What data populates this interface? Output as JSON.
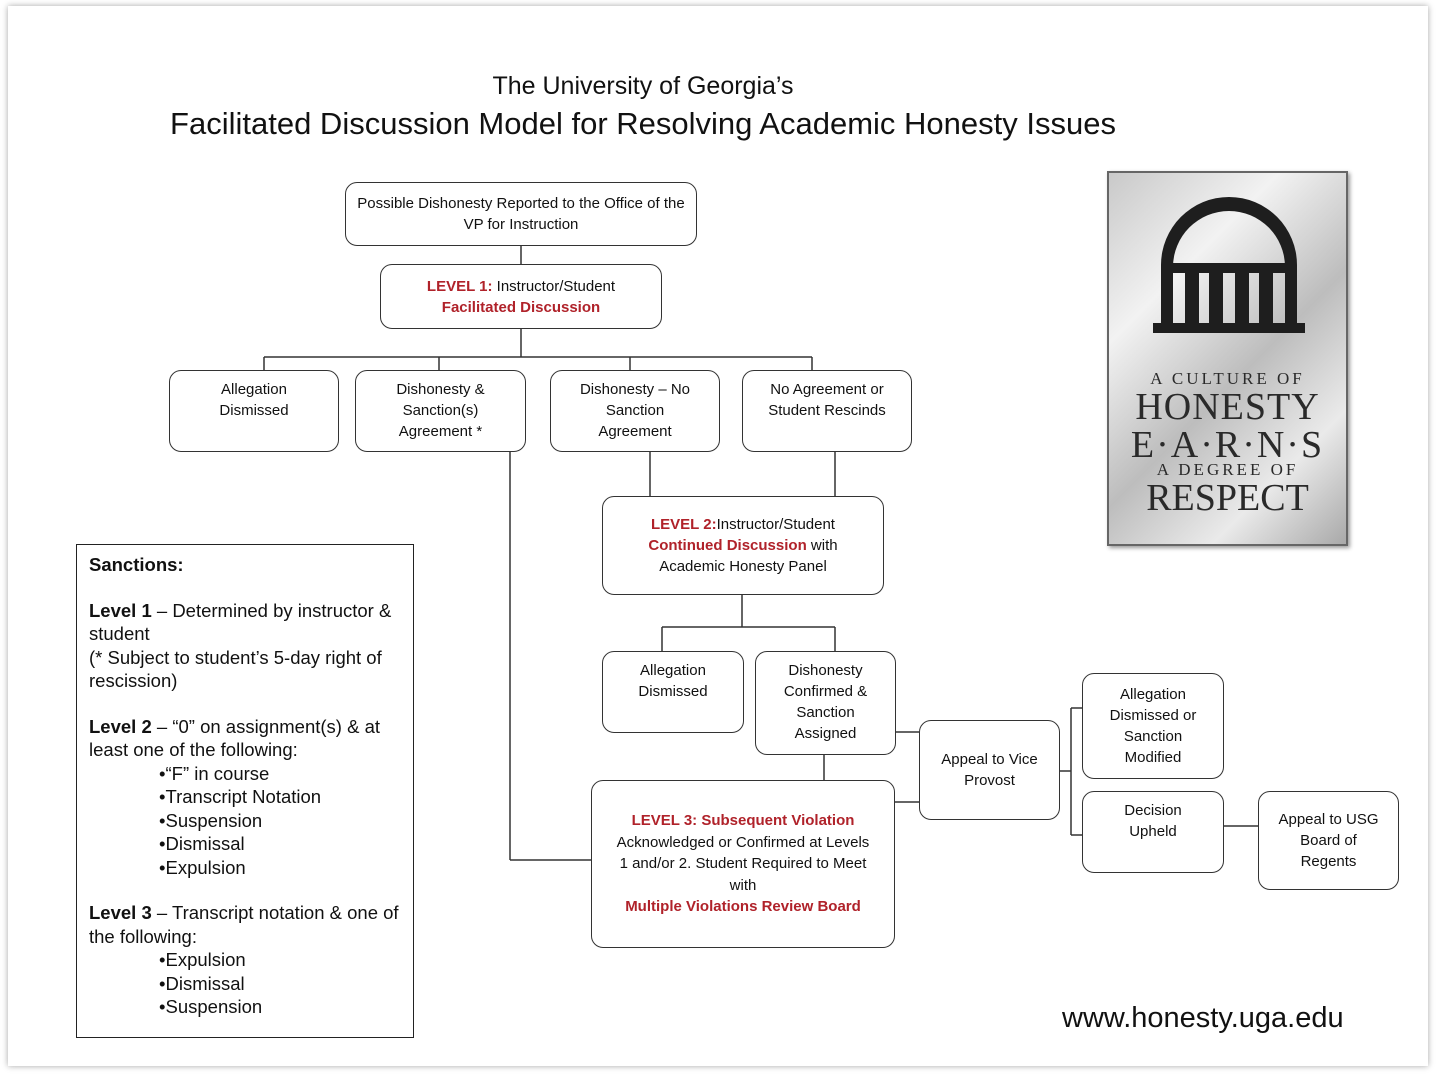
{
  "title": {
    "line1": "The University of Georgia’s",
    "line2": "Facilitated Discussion Model for Resolving Academic Honesty Issues"
  },
  "nodes": {
    "reported": "Possible Dishonesty Reported to the Office of the VP for Instruction",
    "level1_label": "LEVEL 1:",
    "level1_text": "Instructor/Student",
    "level1_sub": "Facilitated Discussion",
    "allegation_dismissed_1": "Allegation Dismissed",
    "dishonesty_sanction_agreement": "Dishonesty & Sanction(s) Agreement *",
    "dishonesty_no_sanction": "Dishonesty – No Sanction Agreement",
    "no_agreement": "No Agreement or Student Rescinds",
    "level2_label": "LEVEL 2:",
    "level2_text": "Instructor/Student",
    "level2_red": "Continued Discussion",
    "level2_with": "with",
    "level2_panel": "Academic Honesty Panel",
    "allegation_dismissed_2": "Allegation Dismissed",
    "dishonesty_confirmed": "Dishonesty Confirmed & Sanction Assigned",
    "appeal_vice_provost": "Appeal to Vice Provost",
    "allegation_modified": "Allegation Dismissed or Sanction Modified",
    "decision_upheld": "Decision Upheld",
    "appeal_usg": "Appeal to USG Board of Regents",
    "level3_label": "LEVEL 3:  Subsequent Violation",
    "level3_text": "Acknowledged or Confirmed at Levels 1 and/or 2. Student Required to Meet with",
    "level3_red": "Multiple Violations Review Board"
  },
  "sanctions": {
    "heading": "Sanctions:",
    "level1_title": "Level 1",
    "level1_text": " – Determined by instructor & student",
    "level1_note": "(* Subject to student’s 5-day right of rescission)",
    "level2_title": "Level 2",
    "level2_text": " – “0” on assignment(s) & at least one of the following:",
    "level2_items": [
      "“F” in course",
      "Transcript Notation",
      "Suspension",
      "Dismissal",
      "Expulsion"
    ],
    "level3_title": "Level 3",
    "level3_text": " – Transcript notation & one of the following:",
    "level3_items": [
      "Expulsion",
      "Dismissal",
      "Suspension"
    ]
  },
  "logo": {
    "line1": "A CULTURE OF",
    "line2": "HONESTY",
    "line3": "E·A·R·N·S",
    "line4": "A DEGREE OF",
    "line5": "RESPECT"
  },
  "website": "www.honesty.uga.edu",
  "colors": {
    "accent_red": "#b0222a"
  }
}
